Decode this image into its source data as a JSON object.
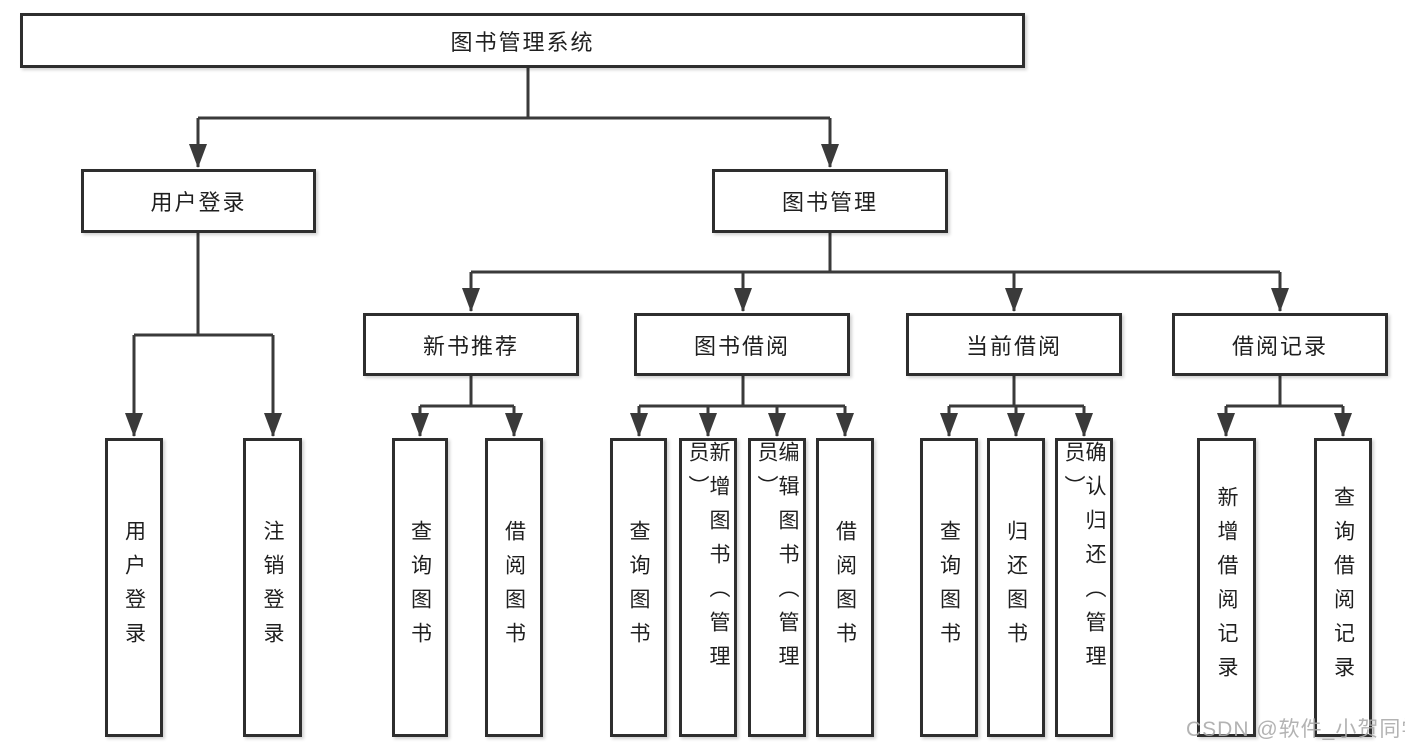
{
  "diagram": {
    "root": {
      "label": "图书管理系统"
    },
    "branches": [
      {
        "label": "用户登录",
        "children": [
          {
            "label": "用户登录"
          },
          {
            "label": "注销登录"
          }
        ]
      },
      {
        "label": "图书管理",
        "sections": [
          {
            "label": "新书推荐",
            "children": [
              {
                "label": "查询图书"
              },
              {
                "label": "借阅图书"
              }
            ]
          },
          {
            "label": "图书借阅",
            "children": [
              {
                "label": "查询图书"
              },
              {
                "label": "新增图书（管理员）"
              },
              {
                "label": "编辑图书（管理员）"
              },
              {
                "label": "借阅图书"
              }
            ]
          },
          {
            "label": "当前借阅",
            "children": [
              {
                "label": "查询图书"
              },
              {
                "label": "归还图书"
              },
              {
                "label": "确认归还（管理员）"
              }
            ]
          },
          {
            "label": "借阅记录",
            "children": [
              {
                "label": "新增借阅记录"
              },
              {
                "label": "查询借阅记录"
              }
            ]
          }
        ]
      }
    ]
  },
  "watermark": {
    "text": "CSDN @软件_小贺同学"
  },
  "colors": {
    "line": "#3a3a3a",
    "border": "#2e2e2e",
    "text": "#1f1f1f",
    "watermark": "#ababab",
    "background": "#ffffff"
  }
}
